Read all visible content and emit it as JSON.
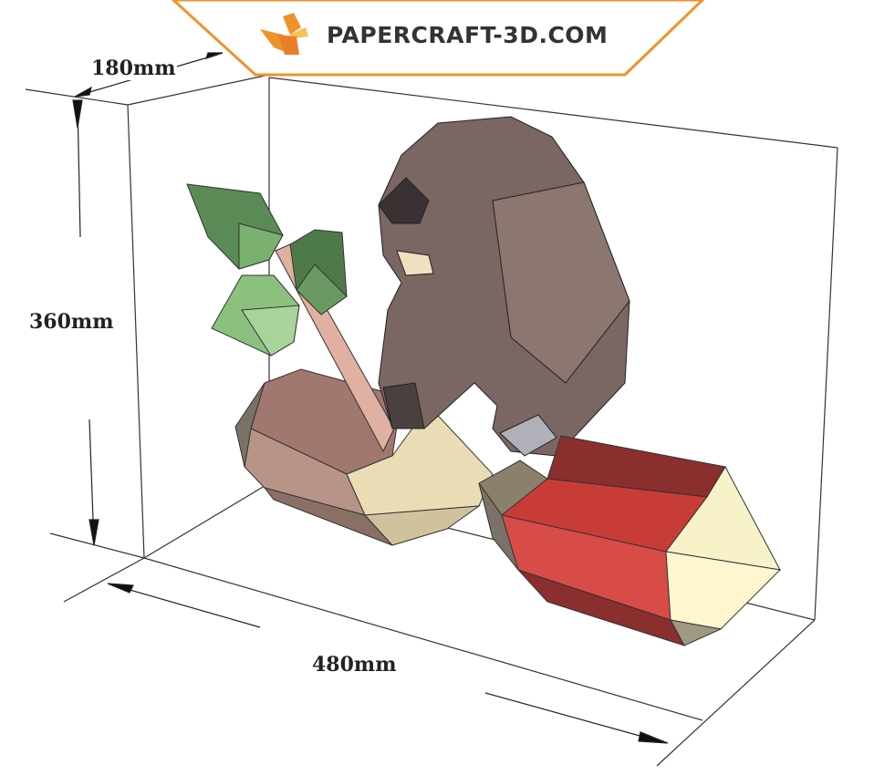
{
  "dimensions": {
    "depth": "180mm",
    "height": "360mm",
    "width": "480mm"
  },
  "logo": {
    "text": "PAPERCRAFT-3D.COM"
  },
  "colors": {
    "brand_orange": "#f0922b",
    "outline": "#222222"
  }
}
